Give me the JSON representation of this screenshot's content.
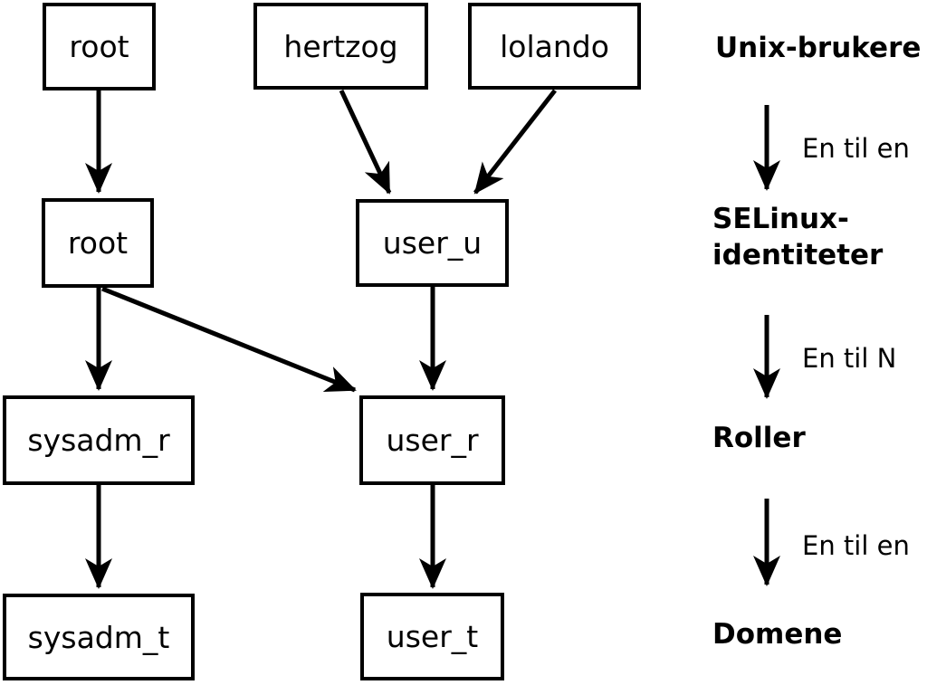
{
  "diagram": {
    "nodes": {
      "unix_root": "root",
      "unix_hertzog": "hertzog",
      "unix_lolando": "lolando",
      "selinux_root": "root",
      "selinux_user_u": "user_u",
      "role_sysadm_r": "sysadm_r",
      "role_user_r": "user_r",
      "domain_sysadm_t": "sysadm_t",
      "domain_user_t": "user_t"
    },
    "legend": {
      "unix_users": "Unix-brukere",
      "selinux_line1": "SELinux-",
      "selinux_line2": "identiteter",
      "roles": "Roller",
      "domains": "Domene",
      "rel_unix_to_selinux": "En til en",
      "rel_selinux_to_roles": "En til N",
      "rel_roles_to_domains": "En til en"
    },
    "colors": {
      "line": "#000000",
      "background": "#ffffff"
    }
  }
}
